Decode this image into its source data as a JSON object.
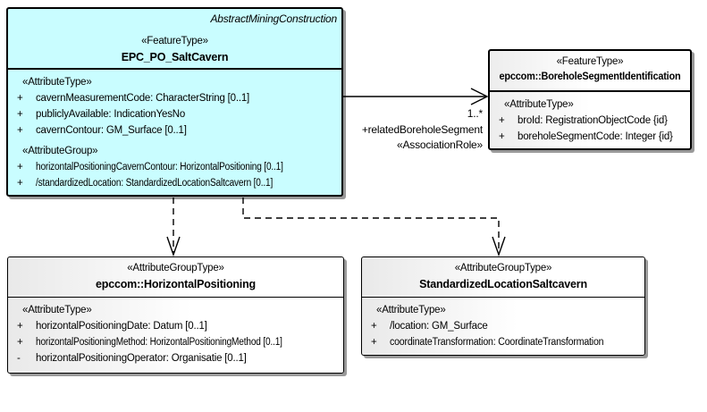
{
  "diagram": {
    "colors": {
      "feature_type_fill": "#c9fdff",
      "plain_fill": "#ededed",
      "border": "#000000",
      "shadow": "#999999",
      "background": "#ffffff"
    },
    "classes": {
      "salt_cavern": {
        "parent_label": "AbstractMiningConstruction",
        "stereotype": "«FeatureType»",
        "name": "EPC_PO_SaltCavern",
        "sections": [
          {
            "stereotype": "«AttributeType»",
            "attributes": [
              {
                "vis": "+",
                "text": "cavernMeasurementCode: CharacterString [0..1]"
              },
              {
                "vis": "+",
                "text": "publiclyAvailable: IndicationYesNo"
              },
              {
                "vis": "+",
                "text": "cavernContour: GM_Surface [0..1]"
              }
            ]
          },
          {
            "stereotype": "«AttributeGroup»",
            "attributes": [
              {
                "vis": "+",
                "text": "horizontalPositioningCavernContour: HorizontalPositioning [0..1]"
              },
              {
                "vis": "+",
                "text": "/standardizedLocation: StandardizedLocationSaltcavern [0..1]"
              }
            ]
          }
        ]
      },
      "borehole_segment": {
        "stereotype": "«FeatureType»",
        "name": "epccom::BoreholeSegmentIdentification",
        "sections": [
          {
            "stereotype": "«AttributeType»",
            "attributes": [
              {
                "vis": "+",
                "text": "broId: RegistrationObjectCode {id}"
              },
              {
                "vis": "+",
                "text": "boreholeSegmentCode: Integer {id}"
              }
            ]
          }
        ]
      },
      "horizontal_positioning": {
        "stereotype": "«AttributeGroupType»",
        "name": "epccom::HorizontalPositioning",
        "sections": [
          {
            "stereotype": "«AttributeType»",
            "attributes": [
              {
                "vis": "+",
                "text": "horizontalPositioningDate: Datum [0..1]"
              },
              {
                "vis": "+",
                "text": "horizontalPositioningMethod: HorizontalPositioningMethod [0..1]"
              },
              {
                "vis": "-",
                "text": "horizontalPositioningOperator: Organisatie [0..1]"
              }
            ]
          }
        ]
      },
      "standardized_location": {
        "stereotype": "«AttributeGroupType»",
        "name": "StandardizedLocationSaltcavern",
        "sections": [
          {
            "stereotype": "«AttributeType»",
            "attributes": [
              {
                "vis": "+",
                "text": "/location: GM_Surface"
              },
              {
                "vis": "+",
                "text": "coordinateTransformation: CoordinateTransformation"
              }
            ]
          }
        ]
      }
    },
    "connectors": {
      "related_borehole_segment": {
        "multiplicity": "1..*",
        "role": "+relatedBoreholeSegment",
        "stereotype": "«AssociationRole»"
      }
    }
  }
}
